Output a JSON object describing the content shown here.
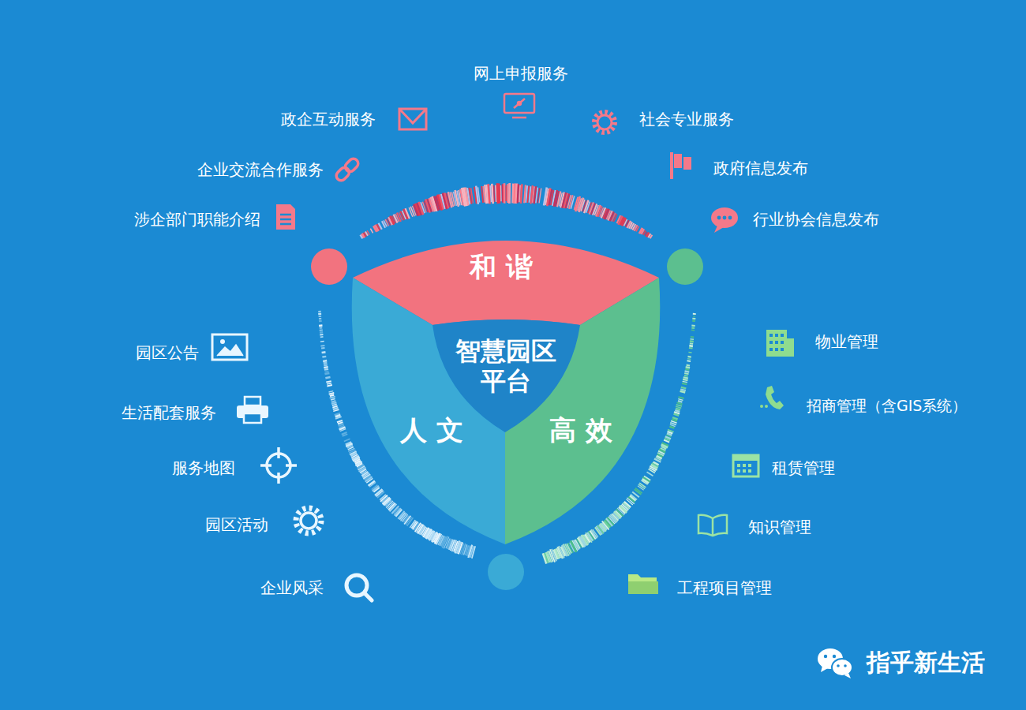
{
  "diagram": {
    "nodes": [
      {
        "text": [
          "和谐"
        ]
      },
      {
        "text": [
          "智慧园区 平台"
        ]
      },
      {
        "text": [
          "人文"
        ]
      },
      {
        "text": [
          "高效"
        ]
      }
    ],
    "labels": [
      "网上申报服务",
      "政企互动服务",
      "社会专业服务",
      "企业交流合作服务",
      "政府信息发布",
      "涉企部门职能介绍",
      "行业协会信息发布",
      "园区公告",
      "生活配套服务",
      "服务地图",
      "园区活动",
      "企业风采",
      "物业管理",
      "招商管理（含GIS系统）",
      "租赁管理",
      "知识管理",
      "工程项目管理",
      "指乎新生活"
    ]
  }
}
